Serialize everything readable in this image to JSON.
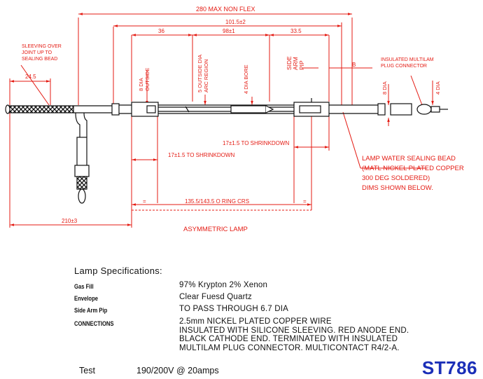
{
  "drawing": {
    "dims": {
      "max_non_flex": "280 MAX NON FLEX",
      "d101": "101.5±2",
      "d36": "36",
      "d98": "98±1",
      "d33": "33.5",
      "d24": "24.5",
      "d210": "210±3",
      "d8": "8",
      "d8b": "8 DIA",
      "d4": "4 DIA",
      "shrink_upper": "17±1.5 TO SHRINKDOWN",
      "shrink_lower": "17±1.5 TO SHRINKDOWN",
      "rings": "135.5/143.5 O RING CRS"
    },
    "labels": {
      "sleeving": [
        "SLEEVING OVER",
        "JOINT UP TO",
        "SEALING BEAD"
      ],
      "insulated": [
        "INSULATED MULTILAM",
        "PLUG CONNECTOR"
      ],
      "outside_dia": [
        "8 DIA",
        "OUTSIDE"
      ],
      "arc_region": [
        "5 OUTSIDE DIA",
        "ARC REGION"
      ],
      "bore": "4 DIA BORE",
      "side_arm": [
        "SIDE",
        "ARM",
        "PIP"
      ],
      "b": "B",
      "eq": "=",
      "sealing_bead": [
        "LAMP WATER SEALING BEAD",
        "(MATL NICKEL PLATED COPPER",
        "300 DEG SOLDERED)",
        "DIMS SHOWN BELOW."
      ],
      "title": "ASYMMETRIC LAMP"
    }
  },
  "specs": {
    "title": "Lamp Specifications:",
    "rows": [
      {
        "label": "Gas Fill",
        "value": "97% Krypton 2% Xenon"
      },
      {
        "label": "Envelope",
        "value": "Clear Fuesd Quartz"
      },
      {
        "label": "Side Arm Pip",
        "value": "TO PASS THROUGH 6.7 DIA"
      },
      {
        "label": "CONNECTIONS",
        "value": [
          "2.5mm NICKEL PLATED COPPER WIRE",
          "INSULATED WITH SILICONE SLEEVING. RED ANODE END.",
          "BLACK CATHODE END. TERMINATED WITH INSULATED",
          "MULTILAM PLUG CONNECTOR. MULTICONTACT R4/2-A."
        ]
      }
    ],
    "test_label": "Test",
    "test_value": "190/200V @ 20amps"
  },
  "part_number": "ST786",
  "colors": {
    "dimension": "#e41b13",
    "part_number": "#1b2fb8"
  }
}
